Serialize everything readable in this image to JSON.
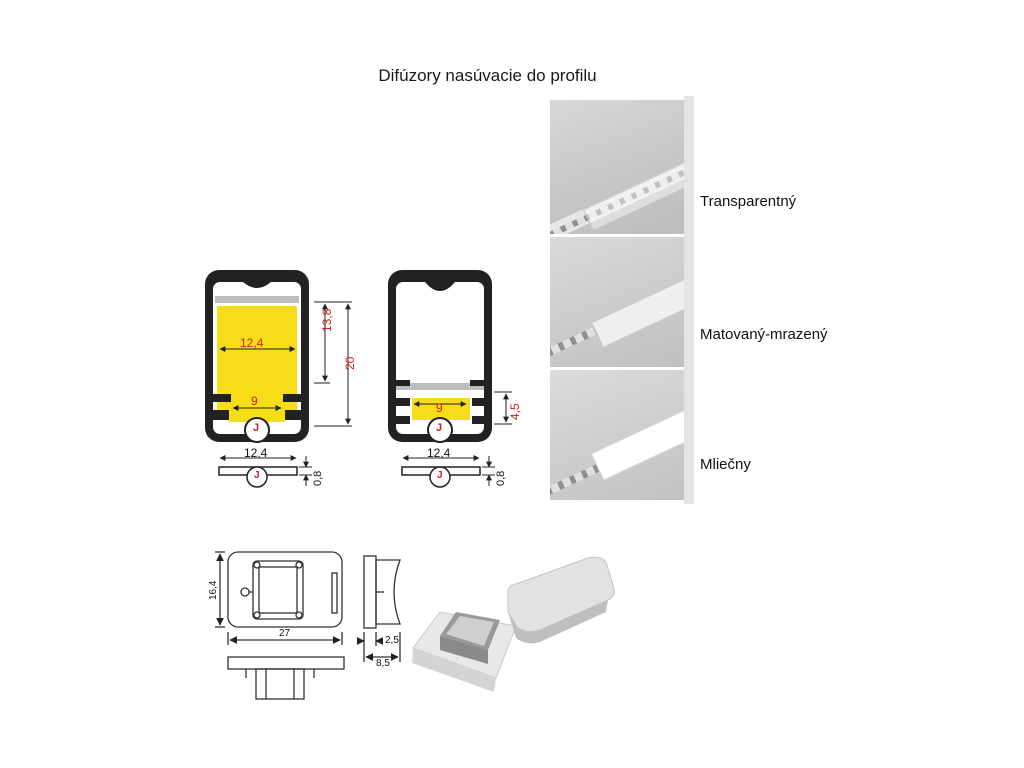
{
  "title": "Difúzory nasúvacie do profilu",
  "diffusers": [
    {
      "name": "Transparentný"
    },
    {
      "name": "Matovaný-mrazený"
    },
    {
      "name": "Mliečny"
    }
  ],
  "profile_left": {
    "width_label": "12,4",
    "inner_width_label": "9",
    "height_label": "13,8",
    "total_height_label": "20",
    "logo_letter": "J"
  },
  "profile_right": {
    "inner_width_label": "9",
    "height_label": "4,5",
    "logo_letter": "J"
  },
  "diffuser_left": {
    "width_label": "12,4",
    "thickness_label": "0,8",
    "logo_letter": "J"
  },
  "diffuser_right": {
    "width_label": "12,4",
    "thickness_label": "0,8",
    "logo_letter": "J"
  },
  "endcap": {
    "height_label": "16,4",
    "width_label": "27",
    "depth_small_label": "2,5",
    "depth_label": "8,5"
  },
  "colors": {
    "yellow": "#f7dc18",
    "red_dim": "#d01f1f",
    "profile": "#222222"
  }
}
